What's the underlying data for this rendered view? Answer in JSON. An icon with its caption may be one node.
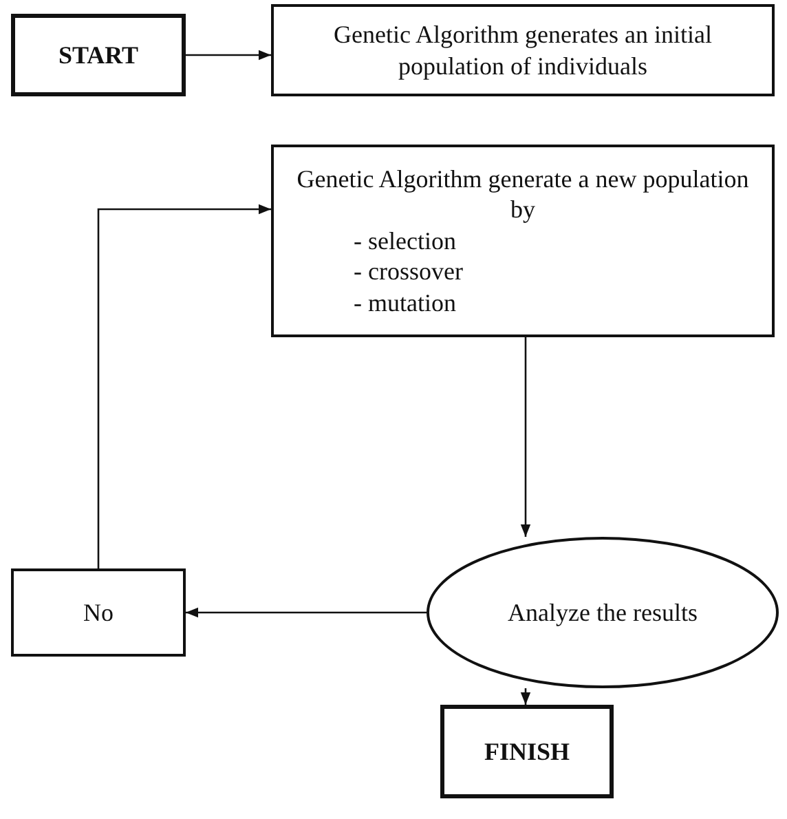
{
  "diagram": {
    "nodes": [
      {
        "text": [
          "START"
        ]
      },
      {
        "text": [
          "Genetic Algorithm generates an initial population of individuals"
        ]
      },
      {
        "text": [
          "Genetic Algorithm generate a new population by",
          "- selection",
          "- crossover",
          "- mutation"
        ]
      },
      {
        "text": [
          "Analyze the results"
        ]
      },
      {
        "text": [
          "No"
        ]
      },
      {
        "text": [
          "FINISH"
        ]
      }
    ],
    "edges": [
      {
        "from": 0,
        "to": 1,
        "arrow": "to"
      },
      {
        "from": 2,
        "to": 3,
        "arrow": "to"
      },
      {
        "from": 3,
        "to": 4,
        "arrow": "to"
      },
      {
        "from": 4,
        "to": 2,
        "arrow": "to"
      },
      {
        "from": 3,
        "to": 5,
        "arrow": "to"
      }
    ]
  }
}
